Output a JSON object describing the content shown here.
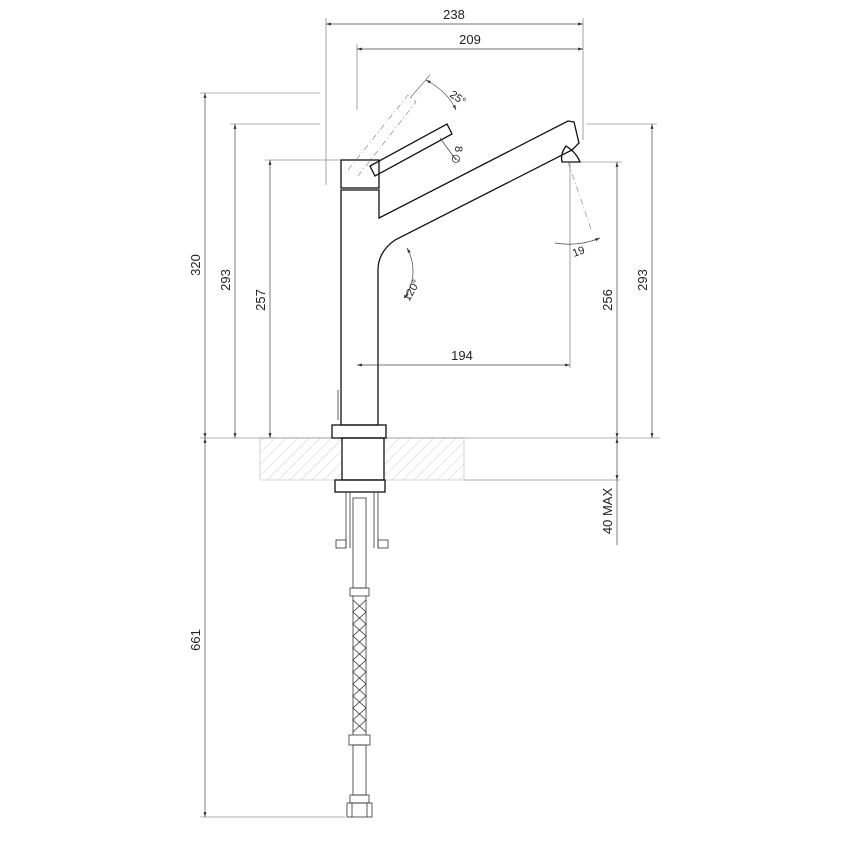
{
  "dimensions": {
    "overall_width": "238",
    "spout_reach_top": "209",
    "lever_angle": "25°",
    "lever_diameter": "8",
    "spout_tilt": "19",
    "spout_angle": "120°",
    "spout_reach": "194",
    "total_height": "320",
    "spout_top_height": "293",
    "body_height": "257",
    "outlet_height": "256",
    "spout_top_height_right": "293",
    "counter_thickness": "40 MAX",
    "hose_length": "661"
  }
}
